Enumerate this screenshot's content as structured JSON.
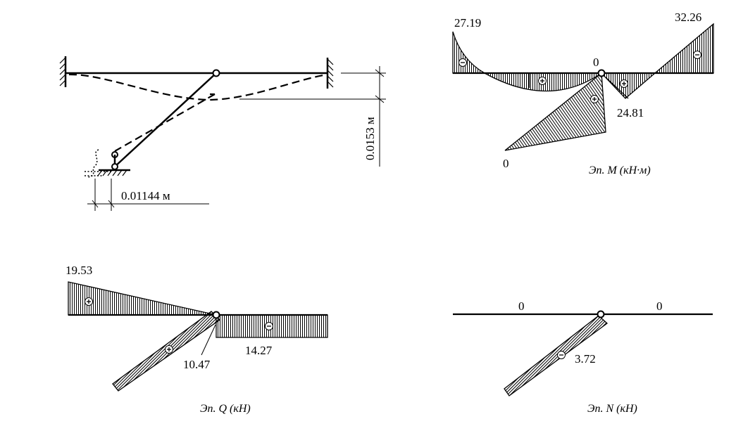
{
  "scheme": {
    "dim_vertical": "0.0153 м",
    "dim_horizontal": "0.01144 м"
  },
  "moment_diagram": {
    "caption": "Эп. M (кН·м)",
    "value_left": "27.19",
    "value_right": "32.26",
    "value_hinge": "0",
    "value_strut_bottom": "0",
    "value_strut_top": "24.81",
    "signs": [
      "minus",
      "plus",
      "minus",
      "plus",
      "plus"
    ]
  },
  "shear_diagram": {
    "caption": "Эп. Q (кН)",
    "value_left": "19.53",
    "value_right": "14.27",
    "value_strut": "10.47",
    "signs": [
      "plus",
      "minus",
      "plus"
    ]
  },
  "axial_diagram": {
    "caption": "Эп. N (кН)",
    "value_left": "0",
    "value_right": "0",
    "value_strut": "3.72",
    "signs": [
      "minus"
    ]
  },
  "colors": {
    "line": "#000000",
    "hatch": "#000000",
    "background": "#ffffff"
  }
}
